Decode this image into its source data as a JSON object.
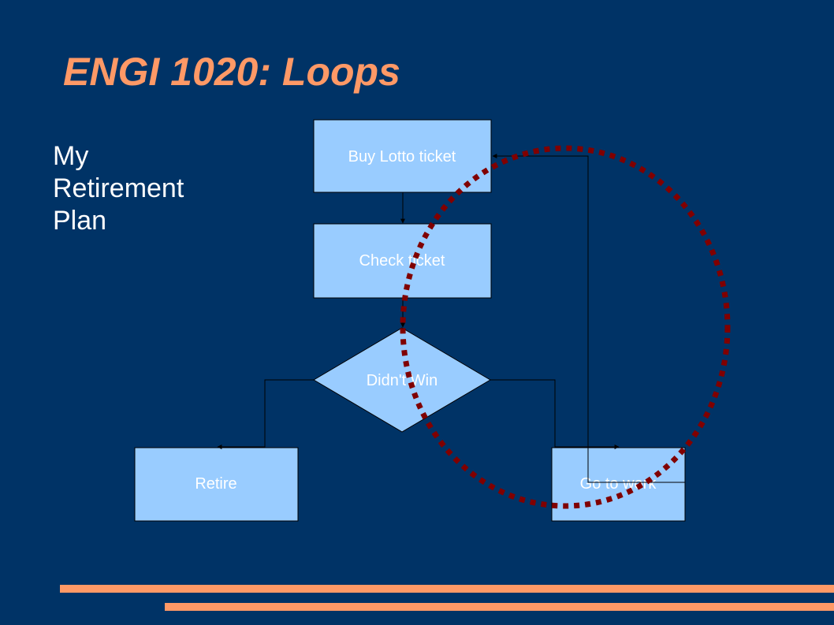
{
  "slide": {
    "title": "ENGI 1020: Loops",
    "side_label_lines": [
      "My",
      "Retirement",
      "Plan"
    ]
  },
  "flowchart": {
    "nodes": {
      "buy": "Buy Lotto ticket",
      "check": "Check ticket",
      "decision": "Didn't Win",
      "retire": "Retire",
      "work": "Go to work"
    }
  },
  "colors": {
    "background": "#003366",
    "title": "#FF9966",
    "box_fill": "#99CCFF",
    "loop_highlight": "#800000",
    "accent_bars": "#FF9966"
  }
}
